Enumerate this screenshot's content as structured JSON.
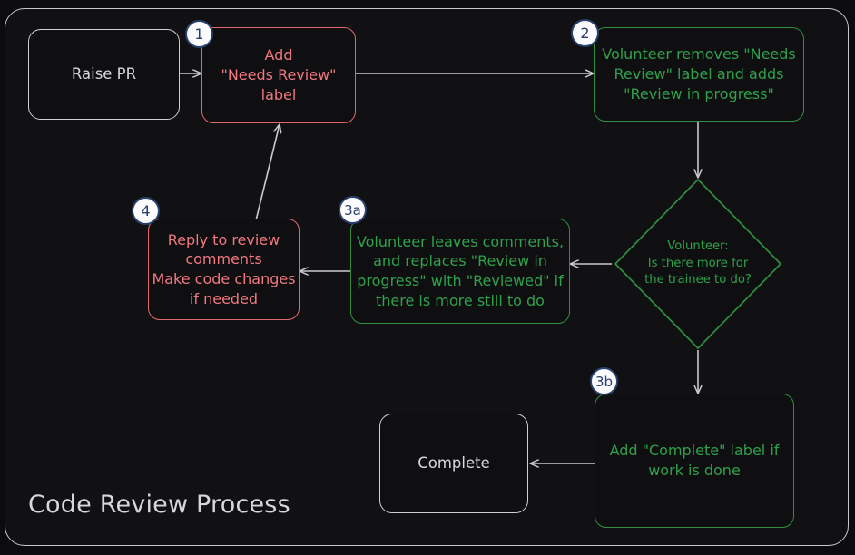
{
  "diagram": {
    "title": "Code Review Process",
    "type": "flowchart",
    "theme": {
      "page_background": "#0b0b10",
      "frame_background": "#111114",
      "frame_border": "#c8c8cc",
      "red_accent": "#e0676e",
      "red_text": "#f0787f",
      "green_accent": "#2f8f3f",
      "green_text": "#2fa14a",
      "neutral_border": "#cfcfd4",
      "neutral_text": "#d8d8dd",
      "badge_fill": "#fbfbfd",
      "badge_border": "#27406e",
      "badge_text": "#27406e",
      "arrow_color": "#c9c9cf"
    },
    "nodes": [
      {
        "id": "raise-pr",
        "badge": "",
        "shape": "rounded-rect",
        "style": "neutral",
        "label": "Raise PR"
      },
      {
        "id": "add-needs-review-label",
        "badge": "1",
        "shape": "rounded-rect",
        "style": "red",
        "label": "Add\n\"Needs Review\"\nlabel"
      },
      {
        "id": "volunteer-removes-label",
        "badge": "2",
        "shape": "rounded-rect",
        "style": "green",
        "label": "Volunteer removes \"Needs\nReview\" label and adds\n\"Review in progress\""
      },
      {
        "id": "decision-more-work",
        "badge": "",
        "shape": "diamond",
        "style": "green",
        "label": "Volunteer:\nIs there more for\nthe trainee to do?"
      },
      {
        "id": "volunteer-leaves-comments",
        "badge": "3a",
        "shape": "rounded-rect",
        "style": "green",
        "label": "Volunteer leaves comments,\nand replaces \"Review in\nprogress\" with \"Reviewed\" if\nthere is more still to do"
      },
      {
        "id": "reply-to-review-comments",
        "badge": "4",
        "shape": "rounded-rect",
        "style": "red",
        "label": "Reply to review\ncomments\nMake code changes\nif needed"
      },
      {
        "id": "add-complete-label",
        "badge": "3b",
        "shape": "rounded-rect",
        "style": "green",
        "label": "Add \"Complete\" label if\nwork is done"
      },
      {
        "id": "complete",
        "badge": "",
        "shape": "rounded-rect",
        "style": "neutral",
        "label": "Complete"
      }
    ],
    "edges": [
      {
        "from": "raise-pr",
        "to": "add-needs-review-label",
        "label": ""
      },
      {
        "from": "add-needs-review-label",
        "to": "volunteer-removes-label",
        "label": ""
      },
      {
        "from": "volunteer-removes-label",
        "to": "decision-more-work",
        "label": ""
      },
      {
        "from": "decision-more-work",
        "to": "volunteer-leaves-comments",
        "label": ""
      },
      {
        "from": "volunteer-leaves-comments",
        "to": "reply-to-review-comments",
        "label": ""
      },
      {
        "from": "reply-to-review-comments",
        "to": "add-needs-review-label",
        "label": ""
      },
      {
        "from": "decision-more-work",
        "to": "add-complete-label",
        "label": ""
      },
      {
        "from": "add-complete-label",
        "to": "complete",
        "label": ""
      }
    ]
  }
}
